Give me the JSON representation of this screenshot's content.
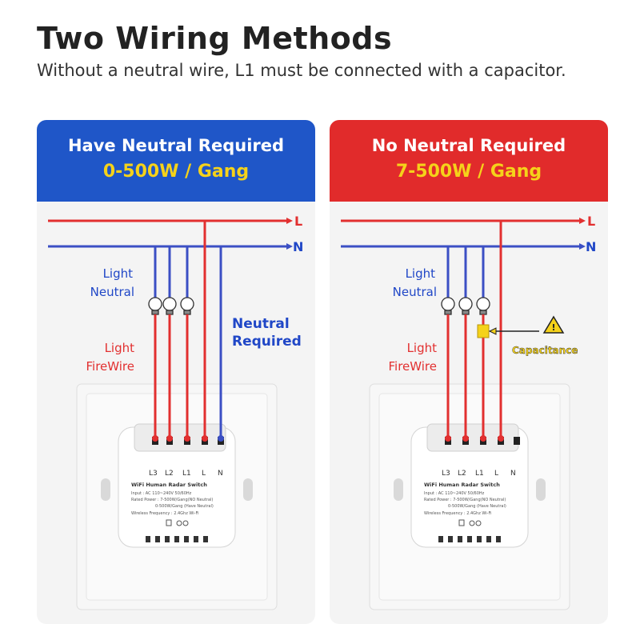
{
  "header": {
    "title": "Two Wiring Methods",
    "subtitle": "Without a neutral wire, L1 must be connected with a capacitor."
  },
  "panels": [
    {
      "title": "Have Neutral Required",
      "power": "0-500W / Gang",
      "header_color": "#1f56c8",
      "power_color": "#f5d21a",
      "line_l": "L",
      "line_n": "N",
      "light_neutral": [
        "Light",
        "Neutral"
      ],
      "light_firewire": [
        "Light",
        "FireWire"
      ],
      "neutral_required": [
        "Neutral",
        "Required"
      ],
      "terminals": [
        "L3",
        "L2",
        "L1",
        "L",
        "N"
      ],
      "module_name": "WiFi Human Radar Switch",
      "spec_input": "Input : AC 110~240V  50/60Hz",
      "spec_rated": "Rated Power : 7-500W/Gang(NO Neutral)",
      "spec_rated2": "0-500W/Gang (Have Neutral)",
      "spec_wireless": "Wireless Frequency : 2.4Ghz Wi-Fi"
    },
    {
      "title": "No Neutral Required",
      "power": "7-500W / Gang",
      "header_color": "#e12b2b",
      "power_color": "#f5d21a",
      "line_l": "L",
      "line_n": "N",
      "light_neutral": [
        "Light",
        "Neutral"
      ],
      "light_firewire": [
        "Light",
        "FireWire"
      ],
      "capacitance": "Capacitance",
      "terminals": [
        "L3",
        "L2",
        "L1",
        "L",
        "N"
      ],
      "module_name": "WiFi Human Radar Switch",
      "spec_input": "Input : AC 110~240V  50/60Hz",
      "spec_rated": "Rated Power : 7-500W/Gang(NO Neutral)",
      "spec_rated2": "0-500W/Gang (Have Neutral)",
      "spec_wireless": "Wireless Frequency : 2.4Ghz Wi-Fi"
    }
  ],
  "colors": {
    "live": "#e23030",
    "neutral": "#3b4fc4",
    "label_blue": "#2047c7",
    "label_red": "#e23030"
  }
}
